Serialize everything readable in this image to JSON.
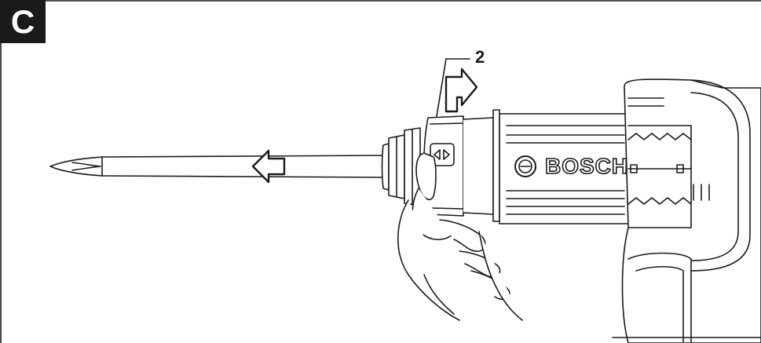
{
  "figure": {
    "panel_letter": "C",
    "callout_number": "2",
    "brand_text": "BOSCH"
  },
  "icons": {
    "arrow_push": "arrow-right-icon",
    "arrow_pull": "arrow-left-icon",
    "logo": "bosch-logo-icon"
  }
}
